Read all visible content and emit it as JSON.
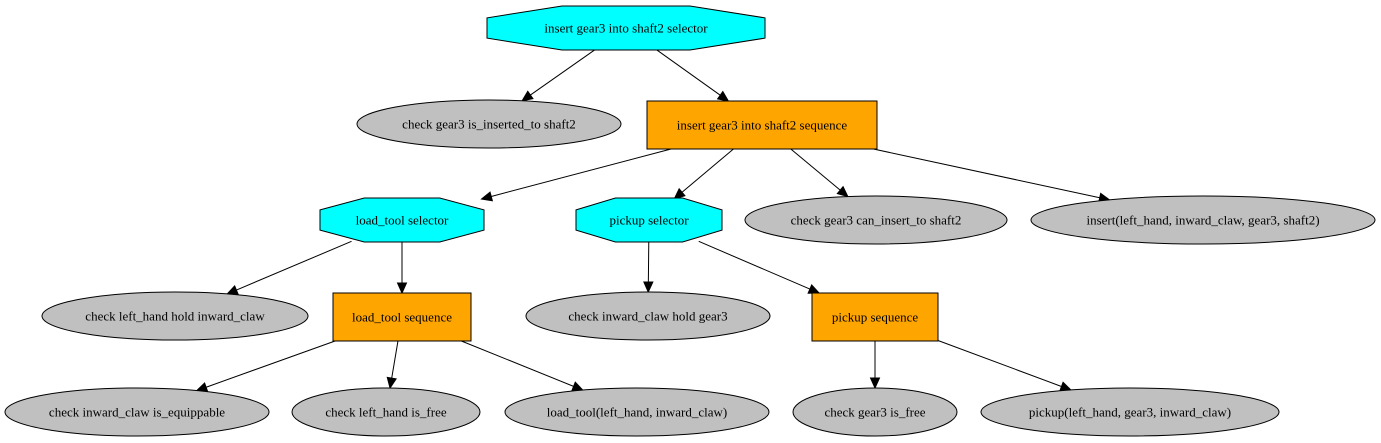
{
  "colors": {
    "selector": "#00ffff",
    "sequence": "#ffa500",
    "leaf": "#c0c0c0",
    "edge": "#000000"
  },
  "nodes": [
    {
      "id": "root",
      "kind": "selector",
      "label": "insert gear3 into shaft2 selector"
    },
    {
      "id": "check-inserted",
      "kind": "leaf",
      "label": "check gear3 is_inserted_to shaft2"
    },
    {
      "id": "insert-seq",
      "kind": "sequence",
      "label": "insert gear3 into shaft2 sequence"
    },
    {
      "id": "load-tool-sel",
      "kind": "selector",
      "label": "load_tool selector"
    },
    {
      "id": "pickup-sel",
      "kind": "selector",
      "label": "pickup selector"
    },
    {
      "id": "check-can-insert",
      "kind": "leaf",
      "label": "check gear3 can_insert_to shaft2"
    },
    {
      "id": "insert-action",
      "kind": "leaf",
      "label": "insert(left_hand, inward_claw, gear3, shaft2)"
    },
    {
      "id": "check-hold-claw",
      "kind": "leaf",
      "label": "check left_hand hold inward_claw"
    },
    {
      "id": "load-tool-seq",
      "kind": "sequence",
      "label": "load_tool sequence"
    },
    {
      "id": "check-claw-hold-gear",
      "kind": "leaf",
      "label": "check inward_claw hold gear3"
    },
    {
      "id": "pickup-seq",
      "kind": "sequence",
      "label": "pickup sequence"
    },
    {
      "id": "check-equippable",
      "kind": "leaf",
      "label": "check inward_claw is_equippable"
    },
    {
      "id": "check-hand-free",
      "kind": "leaf",
      "label": "check left_hand is_free"
    },
    {
      "id": "load-tool-action",
      "kind": "leaf",
      "label": "load_tool(left_hand, inward_claw)"
    },
    {
      "id": "check-gear-free",
      "kind": "leaf",
      "label": "check gear3 is_free"
    },
    {
      "id": "pickup-action",
      "kind": "leaf",
      "label": "pickup(left_hand, gear3, inward_claw)"
    }
  ],
  "edges": [
    [
      "root",
      "check-inserted"
    ],
    [
      "root",
      "insert-seq"
    ],
    [
      "insert-seq",
      "load-tool-sel"
    ],
    [
      "insert-seq",
      "pickup-sel"
    ],
    [
      "insert-seq",
      "check-can-insert"
    ],
    [
      "insert-seq",
      "insert-action"
    ],
    [
      "load-tool-sel",
      "check-hold-claw"
    ],
    [
      "load-tool-sel",
      "load-tool-seq"
    ],
    [
      "load-tool-seq",
      "check-equippable"
    ],
    [
      "load-tool-seq",
      "check-hand-free"
    ],
    [
      "load-tool-seq",
      "load-tool-action"
    ],
    [
      "pickup-sel",
      "check-claw-hold-gear"
    ],
    [
      "pickup-sel",
      "pickup-seq"
    ],
    [
      "pickup-seq",
      "check-gear-free"
    ],
    [
      "pickup-seq",
      "pickup-action"
    ]
  ]
}
